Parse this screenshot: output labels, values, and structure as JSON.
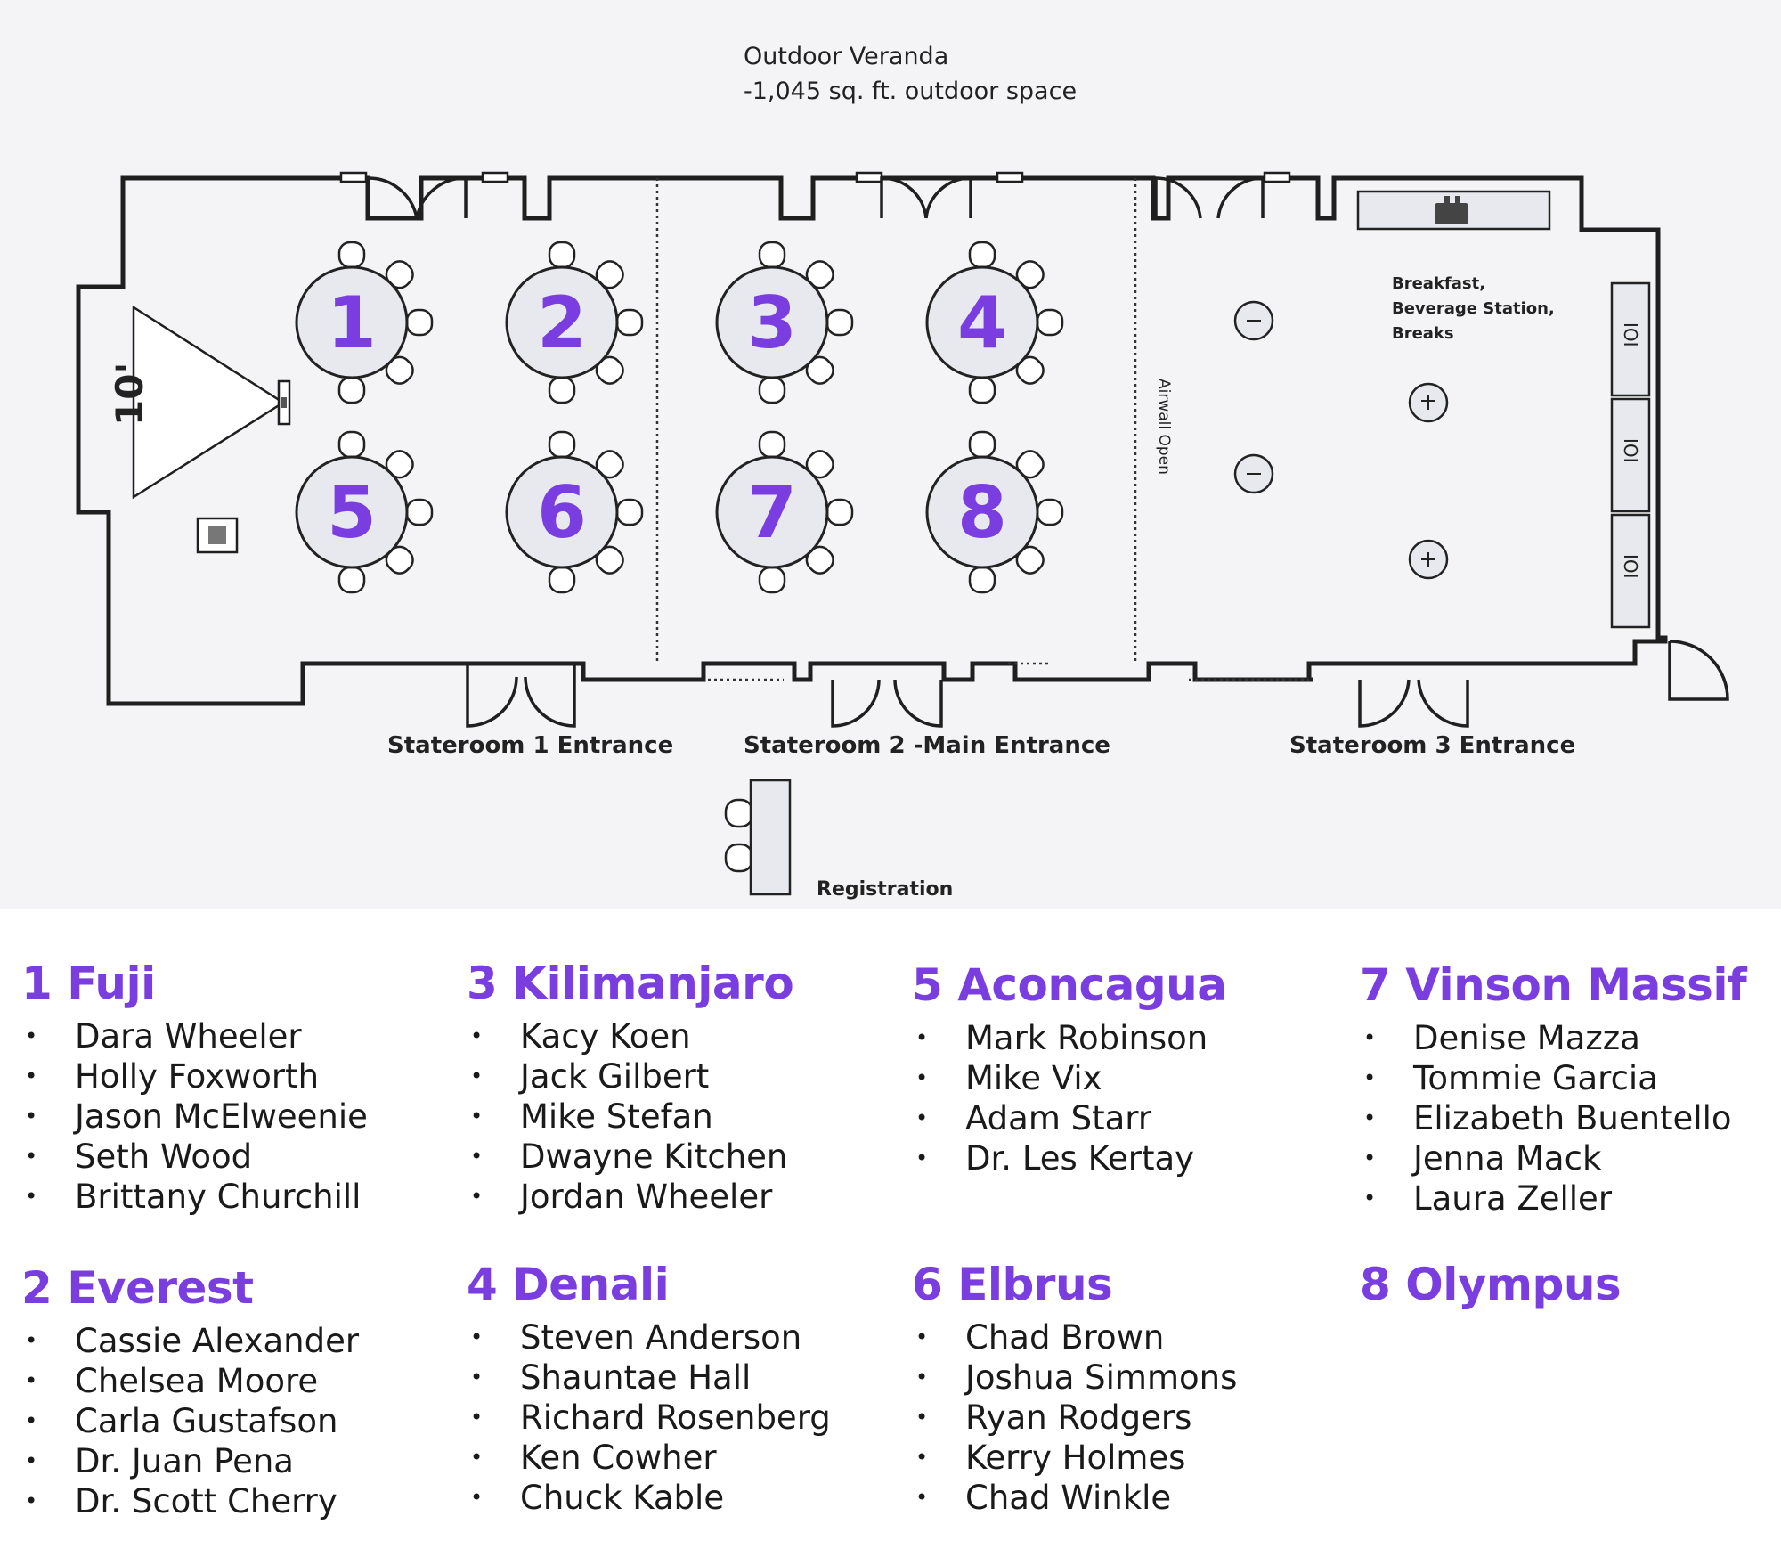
{
  "floorplan": {
    "veranda_label": "Outdoor Veranda",
    "veranda_area": "-1,045 sq. ft. outdoor space",
    "screen_size": "10'",
    "airwall_label": "Airwall Open",
    "breakfast_label_lines": [
      "Breakfast,",
      "Beverage Station,",
      "Breaks"
    ],
    "entrances": [
      "Stateroom 1 Entrance",
      "Stateroom 2 -Main Entrance",
      "Stateroom 3 Entrance"
    ],
    "registration_label": "Registration",
    "buffet_glyph": "IOI",
    "tables": [
      "1",
      "2",
      "3",
      "4",
      "5",
      "6",
      "7",
      "8"
    ]
  },
  "roster": [
    {
      "title": "1 Fuji",
      "guests": [
        "Dara Wheeler",
        "Holly Foxworth",
        "Jason McElweenie",
        "Seth Wood",
        "Brittany Churchill"
      ]
    },
    {
      "title": "2 Everest",
      "guests": [
        "Cassie Alexander",
        "Chelsea Moore",
        "Carla Gustafson",
        "Dr. Juan Pena",
        "Dr. Scott Cherry"
      ]
    },
    {
      "title": "3 Kilimanjaro",
      "guests": [
        "Kacy Koen",
        "Jack Gilbert",
        "Mike Stefan",
        "Dwayne Kitchen",
        "Jordan Wheeler"
      ]
    },
    {
      "title": "4 Denali",
      "guests": [
        "Steven Anderson",
        "Shauntae Hall",
        "Richard Rosenberg",
        "Ken Cowher",
        "Chuck Kable"
      ]
    },
    {
      "title": "5 Aconcagua",
      "guests": [
        "Mark Robinson",
        "Mike Vix",
        "Adam Starr",
        "Dr. Les Kertay"
      ]
    },
    {
      "title": "6 Elbrus",
      "guests": [
        "Chad Brown",
        "Joshua  Simmons",
        "Ryan Rodgers",
        "Kerry Holmes",
        "Chad Winkle"
      ]
    },
    {
      "title": "7 Vinson Massif",
      "guests": [
        "Denise Mazza",
        "Tommie Garcia",
        "Elizabeth Buentello",
        "Jenna Mack",
        "Laura Zeller"
      ]
    },
    {
      "title": "8 Olympus",
      "guests": []
    }
  ]
}
